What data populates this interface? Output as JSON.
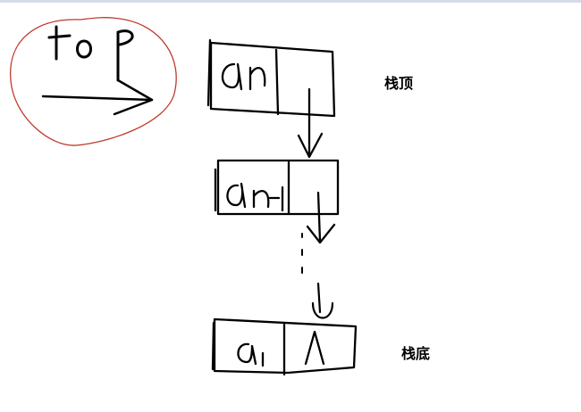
{
  "labels": {
    "stack_top": "栈顶",
    "stack_bottom": "栈底"
  },
  "handwritten": {
    "pointer_name": "top",
    "node_top_value": "an",
    "node_second_value": "an-1",
    "node_bottom_value": "a1",
    "null_symbol": "∧"
  },
  "colors": {
    "ink": "#000000",
    "circle": "#c0392b",
    "strip": "#d6dbe9"
  }
}
